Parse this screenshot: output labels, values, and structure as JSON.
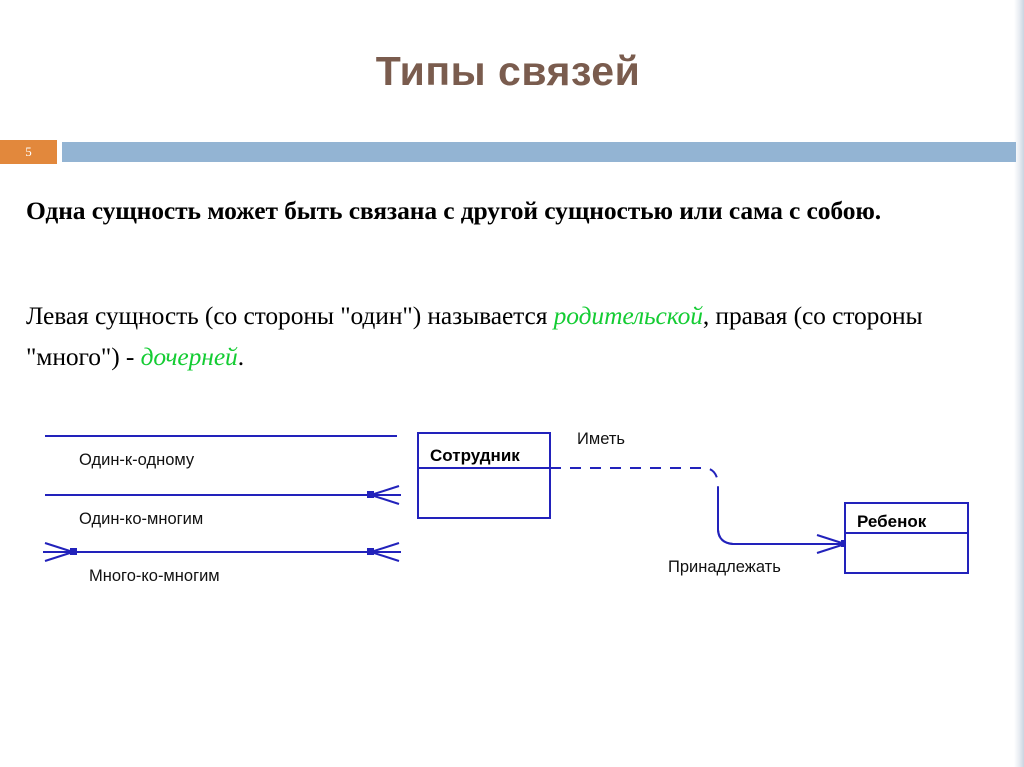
{
  "slide": {
    "title": "Типы связей",
    "page_number": "5",
    "title_color": "#7a5c4e",
    "accent_orange": "#e2883c",
    "accent_blue": "#93b4d3",
    "diagram_line_color": "#2222bb",
    "highlight_green": "#14cc33"
  },
  "body": {
    "paragraph_intro": "Одна сущность может быть связана с другой сущностью или сама с собою.",
    "paragraph_sides": {
      "part1": "Левая сущность (со стороны \"один\") называется ",
      "highlight1": "родительской",
      "part2": ", правая (со стороны \"много\") - ",
      "highlight2": "дочерней",
      "part3": "."
    }
  },
  "legend": {
    "items": [
      {
        "label": "Один-к-одному",
        "left_crow": false,
        "right_crow": false
      },
      {
        "label": "Один-ко-многим",
        "left_crow": false,
        "right_crow": true
      },
      {
        "label": "Много-ко-многим",
        "left_crow": true,
        "right_crow": true
      }
    ]
  },
  "er_diagram": {
    "entities": [
      {
        "name": "Сотрудник"
      },
      {
        "name": "Ребенок"
      }
    ],
    "relationships": [
      {
        "label": "Иметь",
        "style": "dashed"
      },
      {
        "label": "Принадлежать",
        "style": "solid"
      }
    ]
  }
}
